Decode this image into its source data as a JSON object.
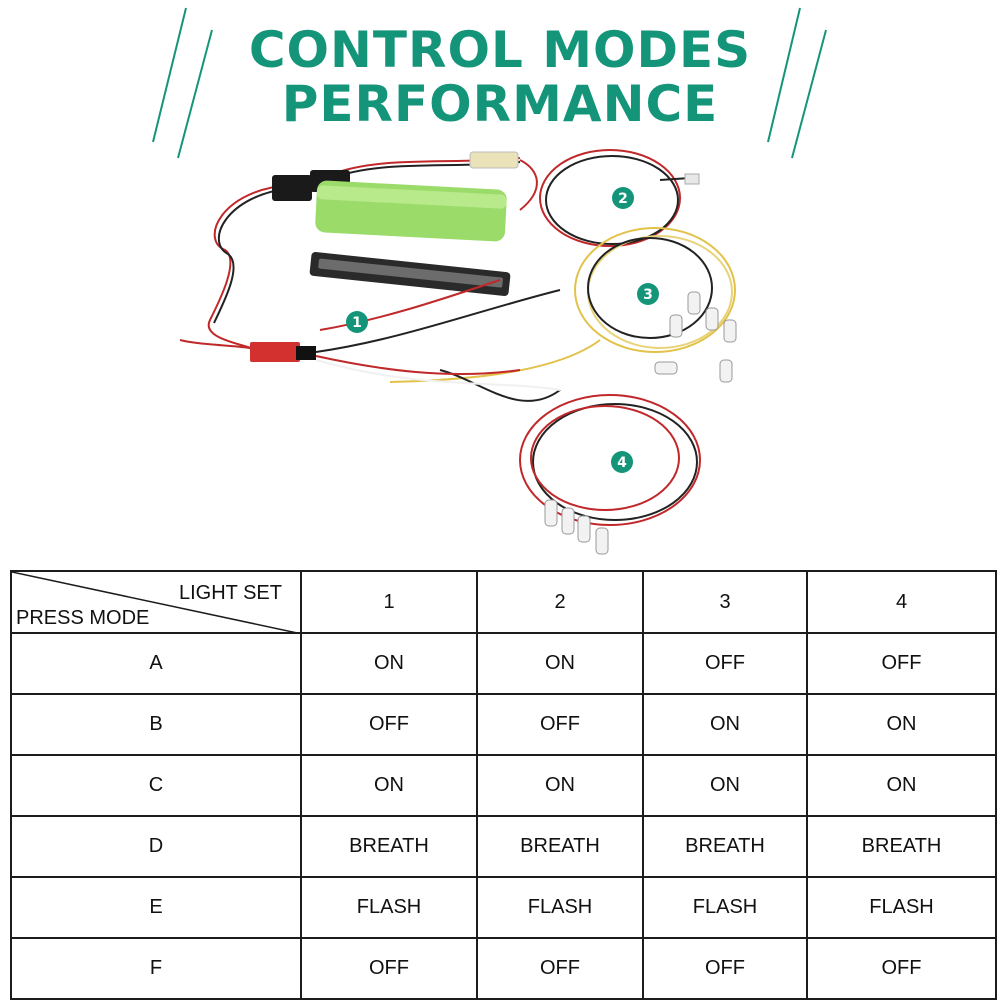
{
  "header": {
    "line1": "CONTROL MODES",
    "line2": "PERFORMANCE",
    "accent_color": "#14957a"
  },
  "photo": {
    "badges": [
      "1",
      "2",
      "3",
      "4"
    ]
  },
  "table": {
    "corner_top": "LIGHT SET",
    "corner_bottom": "PRESS MODE",
    "columns": [
      "1",
      "2",
      "3",
      "4"
    ],
    "rows": [
      {
        "mode": "A",
        "cells": [
          "ON",
          "ON",
          "OFF",
          "OFF"
        ]
      },
      {
        "mode": "B",
        "cells": [
          "OFF",
          "OFF",
          "ON",
          "ON"
        ]
      },
      {
        "mode": "C",
        "cells": [
          "ON",
          "ON",
          "ON",
          "ON"
        ]
      },
      {
        "mode": "D",
        "cells": [
          "BREATH",
          "BREATH",
          "BREATH",
          "BREATH"
        ]
      },
      {
        "mode": "E",
        "cells": [
          "FLASH",
          "FLASH",
          "FLASH",
          "FLASH"
        ]
      },
      {
        "mode": "F",
        "cells": [
          "OFF",
          "OFF",
          "OFF",
          "OFF"
        ]
      }
    ]
  }
}
